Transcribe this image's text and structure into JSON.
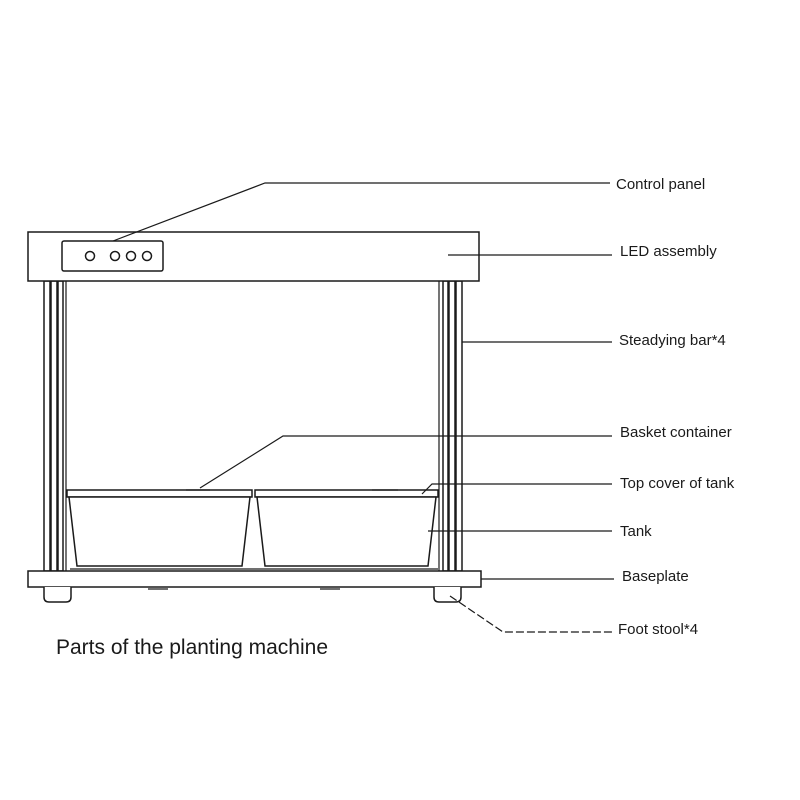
{
  "labels": {
    "control_panel": "Control panel",
    "led_assembly": "LED assembly",
    "steadying_bar": "Steadying bar*4",
    "basket_container": "Basket container",
    "top_cover_of_tank": "Top cover of tank",
    "tank": "Tank",
    "baseplate": "Baseplate",
    "foot_stool": "Foot stool*4"
  },
  "caption": "Parts of the planting machine",
  "colors": {
    "line": "#1a1a1a",
    "background": "#ffffff"
  }
}
